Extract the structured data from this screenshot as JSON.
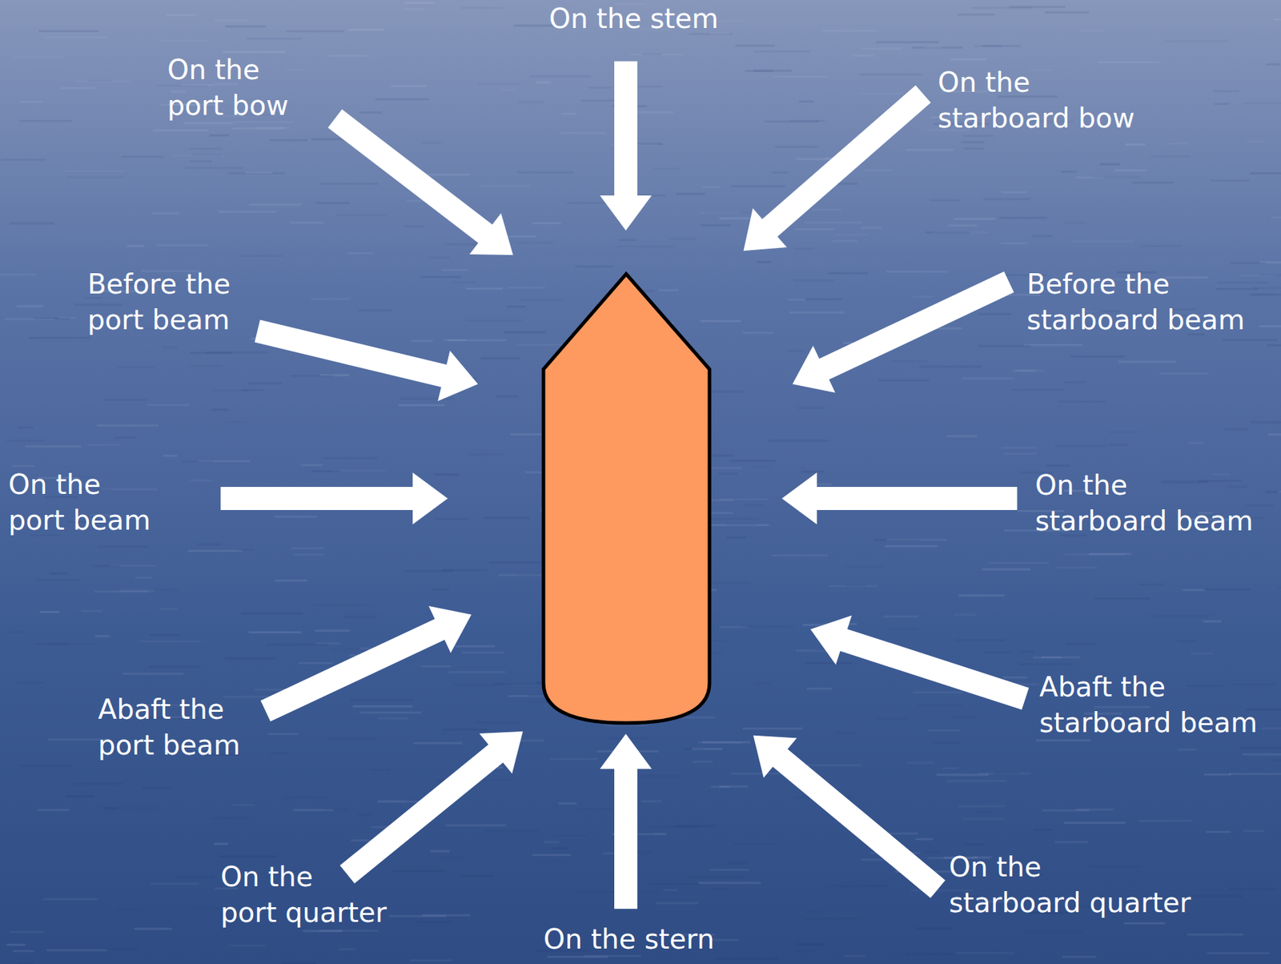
{
  "diagram": {
    "labels": [
      "On the stem",
      "On the port bow",
      "On the starboard bow",
      "Before the port beam",
      "Before the starboard beam",
      "On the port beam",
      "On the starboard beam",
      "Abaft the port beam",
      "Abaft the starboard beam",
      "On the port quarter",
      "On the starboard quarter",
      "On the stern"
    ]
  }
}
